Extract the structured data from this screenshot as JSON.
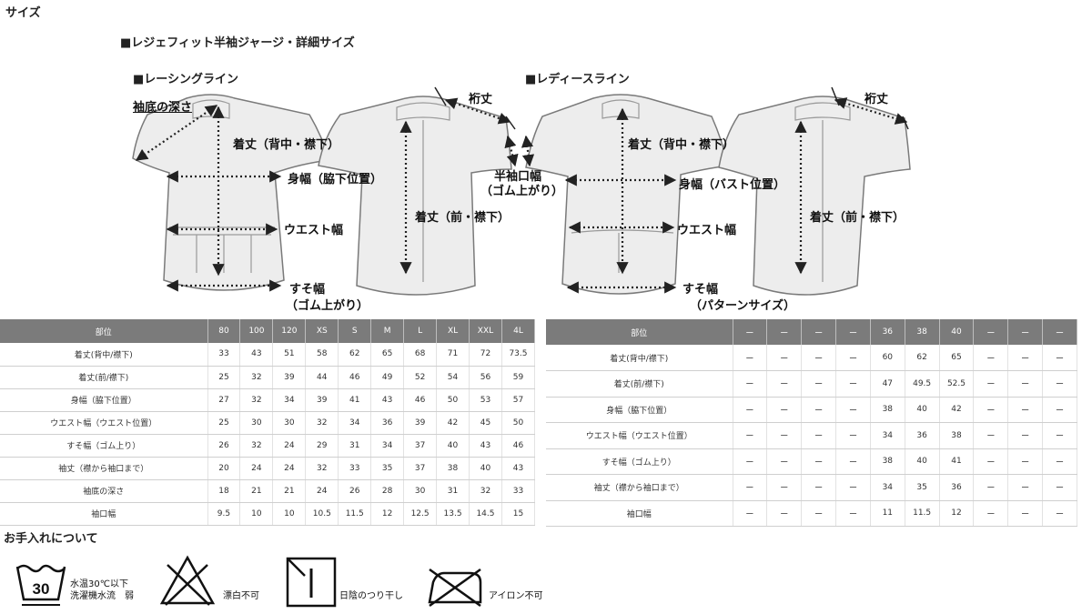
{
  "section_title": "サイズ",
  "chart_title": "■レジェフィット半袖ジャージ・詳細サイズ",
  "racing_title": "■レーシングライン",
  "ladies_title": "■レディースライン",
  "racing_labels": {
    "sleeve_depth": "袖底の深さ",
    "back_length": "着丈（背中・襟下）",
    "body_width": "身幅（脇下位置）",
    "waist": "ウエスト幅",
    "hem_1": "すそ幅",
    "hem_2": "（ゴム上がり）",
    "front_length": "着丈（前・襟下）",
    "sleeve_length": "裄丈",
    "cuff_1": "半袖口幅",
    "cuff_2": "（ゴム上がり）"
  },
  "ladies_labels": {
    "back_length": "着丈（背中・襟下）",
    "body_width": "身幅（バスト位置）",
    "waist": "ウエスト幅",
    "hem_1": "すそ幅",
    "hem_2": "（パターンサイズ）",
    "front_length": "着丈（前・襟下）",
    "sleeve_length": "裄丈"
  },
  "racing_table": {
    "headers": [
      "部位",
      "80",
      "100",
      "120",
      "XS",
      "S",
      "M",
      "L",
      "XL",
      "XXL",
      "4L"
    ],
    "rows": [
      [
        "着丈(背中/襟下)",
        "33",
        "43",
        "51",
        "58",
        "62",
        "65",
        "68",
        "71",
        "72",
        "73.5"
      ],
      [
        "着丈(前/襟下)",
        "25",
        "32",
        "39",
        "44",
        "46",
        "49",
        "52",
        "54",
        "56",
        "59"
      ],
      [
        "身幅（脇下位置）",
        "27",
        "32",
        "34",
        "39",
        "41",
        "43",
        "46",
        "50",
        "53",
        "57"
      ],
      [
        "ウエスト幅（ウエスト位置）",
        "25",
        "30",
        "30",
        "32",
        "34",
        "36",
        "39",
        "42",
        "45",
        "50"
      ],
      [
        "すそ幅（ゴム上り）",
        "26",
        "32",
        "24",
        "29",
        "31",
        "34",
        "37",
        "40",
        "43",
        "46"
      ],
      [
        "袖丈（襟から袖口まで）",
        "20",
        "24",
        "24",
        "32",
        "33",
        "35",
        "37",
        "38",
        "40",
        "43"
      ],
      [
        "袖底の深さ",
        "18",
        "21",
        "21",
        "24",
        "26",
        "28",
        "30",
        "31",
        "32",
        "33"
      ],
      [
        "袖口幅",
        "9.5",
        "10",
        "10",
        "10.5",
        "11.5",
        "12",
        "12.5",
        "13.5",
        "14.5",
        "15"
      ]
    ]
  },
  "ladies_table": {
    "headers": [
      "部位",
      "ー",
      "ー",
      "ー",
      "ー",
      "36",
      "38",
      "40",
      "ー",
      "ー",
      "ー"
    ],
    "rows": [
      [
        "着丈(背中/襟下)",
        "ー",
        "ー",
        "ー",
        "ー",
        "60",
        "62",
        "65",
        "ー",
        "ー",
        "ー"
      ],
      [
        "着丈(前/襟下)",
        "ー",
        "ー",
        "ー",
        "ー",
        "47",
        "49.5",
        "52.5",
        "ー",
        "ー",
        "ー"
      ],
      [
        "身幅（脇下位置）",
        "ー",
        "ー",
        "ー",
        "ー",
        "38",
        "40",
        "42",
        "ー",
        "ー",
        "ー"
      ],
      [
        "ウエスト幅（ウエスト位置）",
        "ー",
        "ー",
        "ー",
        "ー",
        "34",
        "36",
        "38",
        "ー",
        "ー",
        "ー"
      ],
      [
        "すそ幅（ゴム上り）",
        "ー",
        "ー",
        "ー",
        "ー",
        "38",
        "40",
        "41",
        "ー",
        "ー",
        "ー"
      ],
      [
        "袖丈（襟から袖口まで）",
        "ー",
        "ー",
        "ー",
        "ー",
        "34",
        "35",
        "36",
        "ー",
        "ー",
        "ー"
      ],
      [
        "袖口幅",
        "ー",
        "ー",
        "ー",
        "ー",
        "11",
        "11.5",
        "12",
        "ー",
        "ー",
        "ー"
      ]
    ]
  },
  "care_title": "お手入れについて",
  "care": {
    "wash_temp": "30",
    "wash_1": "水温30℃以下",
    "wash_2": "洗濯機水流　弱",
    "bleach": "漂白不可",
    "dry": "日陰のつり干し",
    "iron": "アイロン不可"
  },
  "icons": [
    "wash-30-icon",
    "no-bleach-icon",
    "shade-hang-dry-icon",
    "no-iron-icon"
  ]
}
